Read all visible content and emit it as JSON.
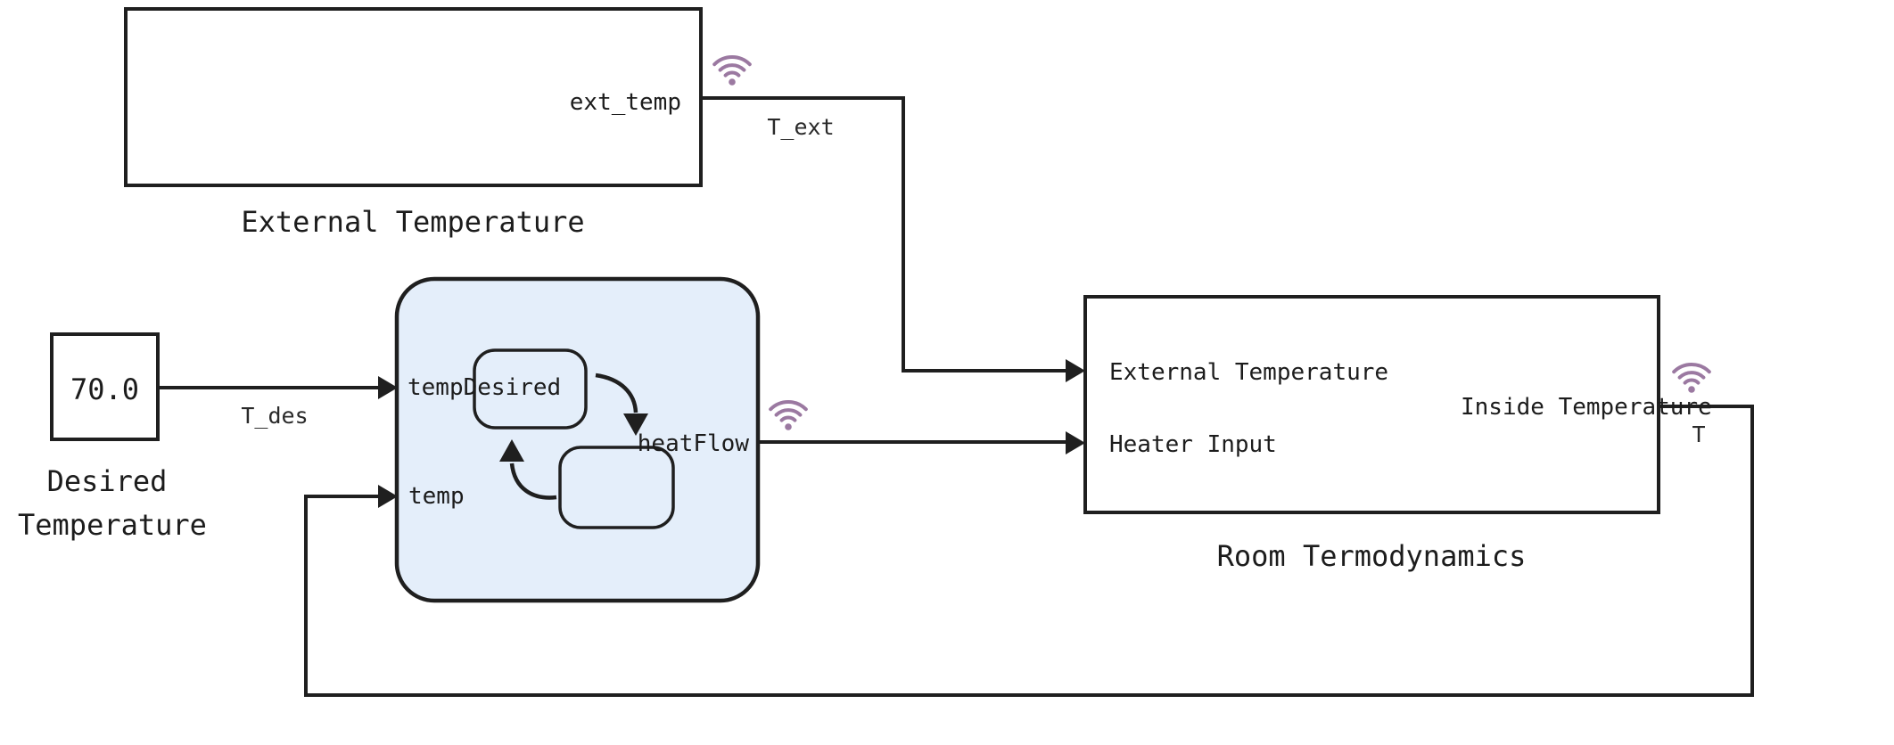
{
  "diagram": {
    "colors": {
      "background": "#ffffff",
      "stroke": "#1f1f1f",
      "chart_fill": "#e4eefa",
      "wifi_badge": "#9b79a1",
      "text": "#1c1c1c"
    },
    "icons": {
      "wifi_badge": "wifi-icon"
    }
  },
  "blocks": {
    "external_temperature": {
      "caption": "External Temperature",
      "output_port_label": "ext_temp"
    },
    "desired_temperature": {
      "value": "70.0",
      "caption_line1": "Desired",
      "caption_line2": "Temperature"
    },
    "thermostat_chart": {
      "input1_label": "tempDesired",
      "input2_label": "temp",
      "output_label": "heatFlow"
    },
    "room_thermodynamics": {
      "caption": "Room Termodynamics",
      "input1_label": "External Temperature",
      "input2_label": "Heater Input",
      "output_label": "Inside Temperature"
    }
  },
  "signals": {
    "t_ext": "T_ext",
    "t_des": "T_des",
    "t": "T"
  }
}
